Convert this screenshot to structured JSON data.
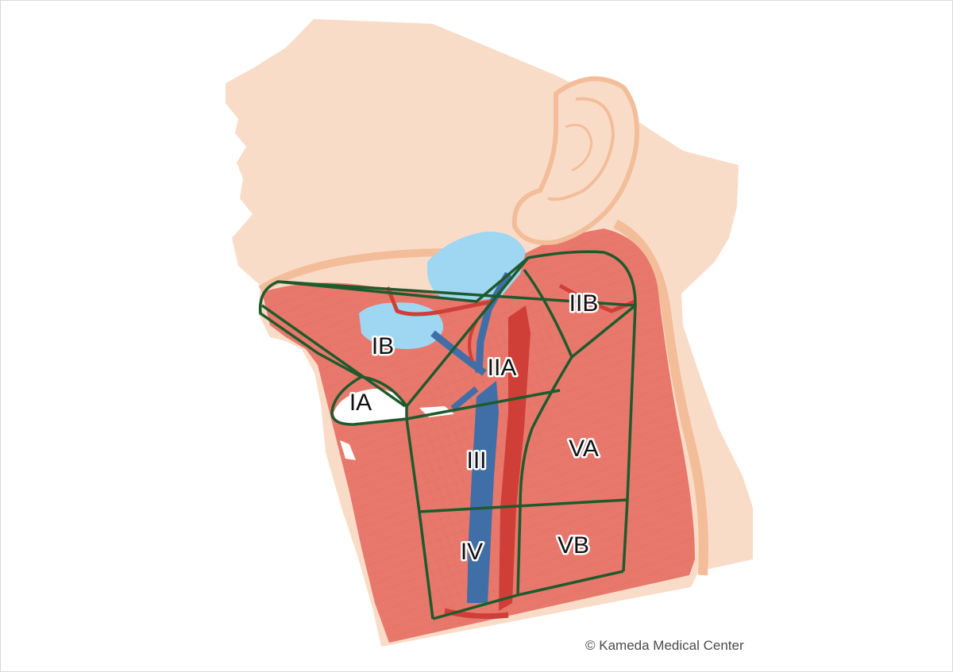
{
  "levels": {
    "IA": "IA",
    "IB": "IB",
    "IIA": "IIA",
    "IIB": "IIB",
    "III": "III",
    "IV": "IV",
    "VA": "VA",
    "VB": "VB"
  },
  "copyright": "© Kameda Medical Center",
  "colors": {
    "skin": "#f9dcc8",
    "skin_edge": "#f3bd9a",
    "muscle": "#e8786c",
    "muscle_dark": "#d35a4f",
    "vein": "#3f6fa6",
    "artery": "#cf3f38",
    "gland": "#9fd6f2",
    "boundary": "#1f5a2c"
  }
}
